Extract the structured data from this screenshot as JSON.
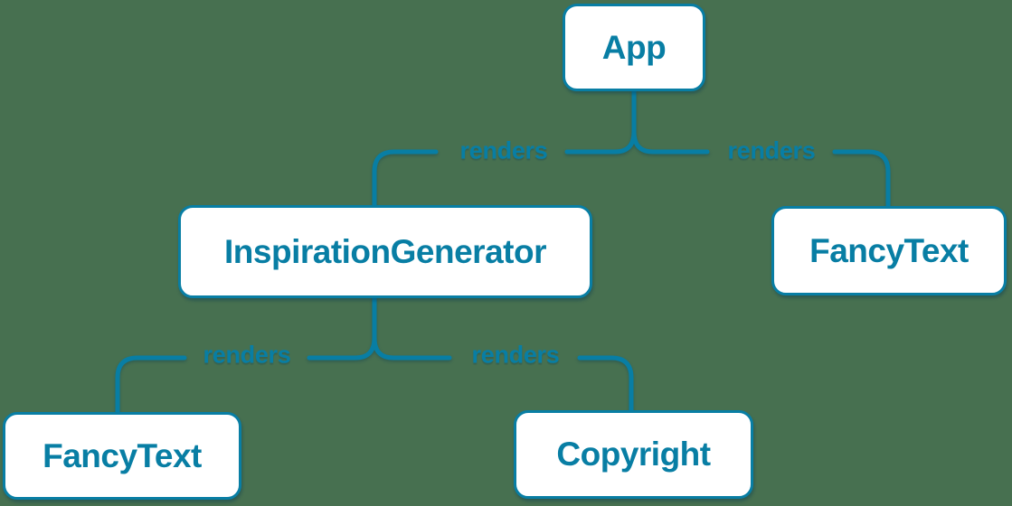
{
  "colors": {
    "background": "#477050",
    "accent": "#087ea4",
    "node_fill": "#ffffff",
    "node_text": "#087ea4"
  },
  "diagram": {
    "type": "component-render-tree",
    "nodes": [
      {
        "id": "app",
        "label": "App"
      },
      {
        "id": "inspiration-generator",
        "label": "InspirationGenerator"
      },
      {
        "id": "fancy-text-top",
        "label": "FancyText"
      },
      {
        "id": "fancy-text-bottom",
        "label": "FancyText"
      },
      {
        "id": "copyright",
        "label": "Copyright"
      }
    ],
    "edges": [
      {
        "from": "App",
        "to": "InspirationGenerator",
        "label": "renders"
      },
      {
        "from": "App",
        "to": "FancyText",
        "label": "renders"
      },
      {
        "from": "InspirationGenerator",
        "to": "FancyText",
        "label": "renders"
      },
      {
        "from": "InspirationGenerator",
        "to": "Copyright",
        "label": "renders"
      }
    ]
  }
}
